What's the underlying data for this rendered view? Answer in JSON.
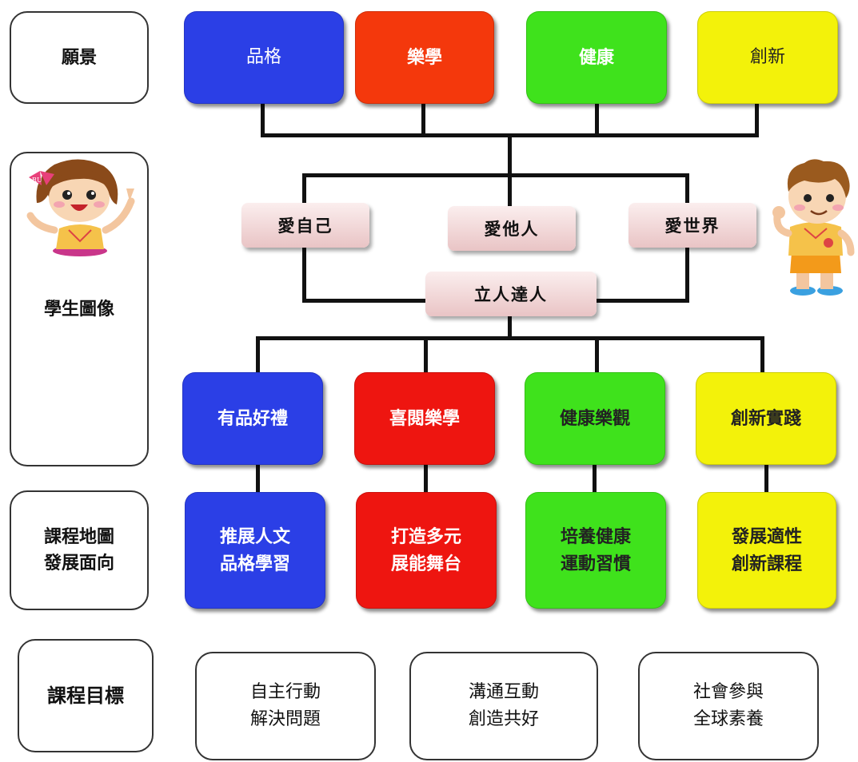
{
  "left_labels": {
    "vision": "願景",
    "student_image": "學生圖像",
    "curriculum_map": "課程地圖\n發展面向",
    "curriculum_goal": "課程目標"
  },
  "vision": [
    {
      "label": "品格",
      "color": "#2b3fe6"
    },
    {
      "label": "樂學",
      "color": "#f4380c"
    },
    {
      "label": "健康",
      "color": "#3fe21c"
    },
    {
      "label": "創新",
      "color": "#f3f20a"
    }
  ],
  "love": {
    "self": "愛自己",
    "others": "愛他人",
    "world": "愛世界",
    "center": "立人達人"
  },
  "student_image": [
    {
      "label": "有品好禮",
      "color": "#2b3fe6"
    },
    {
      "label": "喜閱樂學",
      "color": "#ee1510"
    },
    {
      "label": "健康樂觀",
      "color": "#3fe21c"
    },
    {
      "label": "創新實踐",
      "color": "#f3f20a"
    }
  ],
  "curriculum": [
    {
      "label": "推展人文\n品格學習",
      "color": "#2b3fe6"
    },
    {
      "label": "打造多元\n展能舞台",
      "color": "#ee1510"
    },
    {
      "label": "培養健康\n運動習慣",
      "color": "#3fe21c"
    },
    {
      "label": "發展適性\n創新課程",
      "color": "#f3f20a"
    }
  ],
  "goals": [
    {
      "label": "自主行動\n解決問題"
    },
    {
      "label": "溝通互動\n創造共好"
    },
    {
      "label": "社會參與\n全球素養"
    }
  ]
}
